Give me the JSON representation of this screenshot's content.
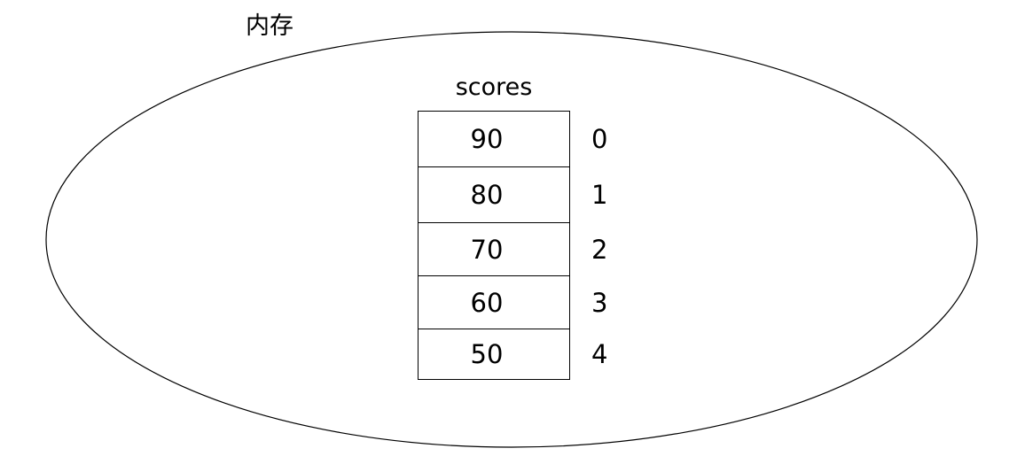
{
  "diagram": {
    "type": "memory-array-diagram",
    "container_label": "内存",
    "array": {
      "name": "scores",
      "length": 5,
      "cells": [
        {
          "value": "90",
          "index": "0"
        },
        {
          "value": "80",
          "index": "1"
        },
        {
          "value": "70",
          "index": "2"
        },
        {
          "value": "60",
          "index": "3"
        },
        {
          "value": "50",
          "index": "4"
        }
      ]
    },
    "colors": {
      "background": "#ffffff",
      "stroke": "#000000",
      "text": "#000000"
    }
  }
}
